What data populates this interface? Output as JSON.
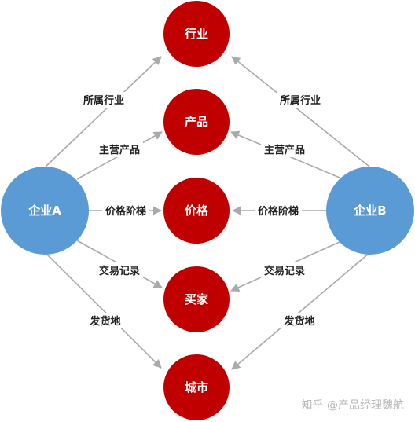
{
  "diagram": {
    "colors": {
      "attribute_node": "#c00000",
      "company_node": "#5b9bd5",
      "edge": "#aaaaaa",
      "watermark": "#b9b9b9"
    },
    "companies": {
      "a": "企业A",
      "b": "企业B"
    },
    "attributes": {
      "industry": "行业",
      "product": "产品",
      "price": "价格",
      "buyer": "买家",
      "city": "城市"
    },
    "relations": {
      "industry": "所属行业",
      "product": "主营产品",
      "price": "价格阶梯",
      "buyer": "交易记录",
      "city": "发货地"
    }
  },
  "watermark": {
    "text": "知乎 @产品经理魏航"
  }
}
